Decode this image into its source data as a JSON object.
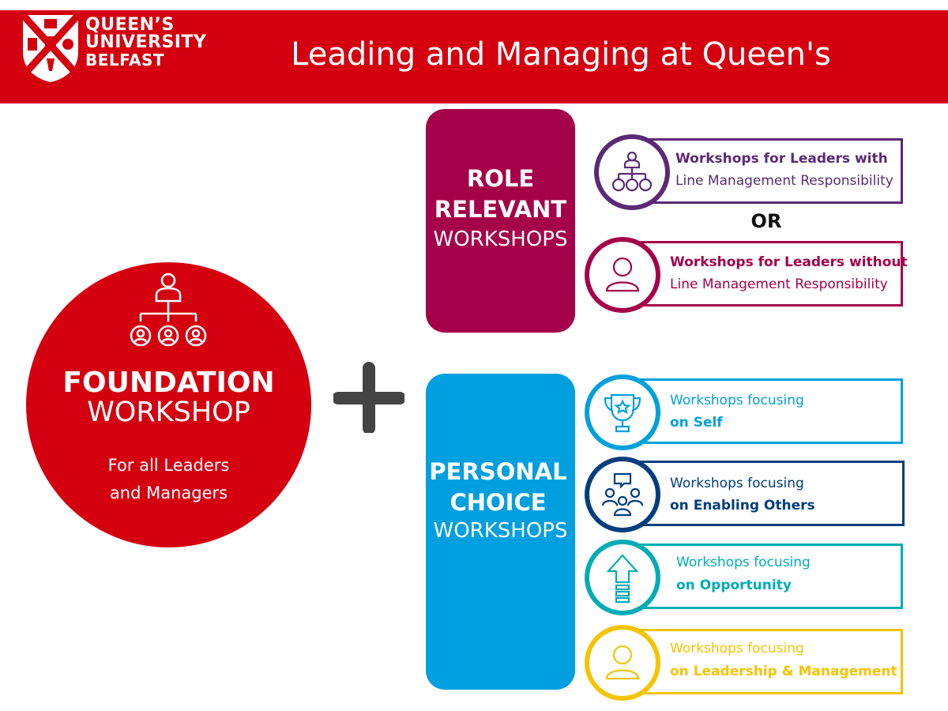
{
  "header": {
    "logo": {
      "line1": "QUEEN’S",
      "line2": "UNIVERSITY",
      "line3": "BELFAST"
    },
    "title": "Leading and Managing at Queen's"
  },
  "foundation": {
    "title_bold": "FOUNDATION",
    "title_regular": "WORKSHOP",
    "subtitle_line1": "For all Leaders",
    "subtitle_line2": "and Managers"
  },
  "role_relevant": {
    "line1": "ROLE",
    "line2": "RELEVANT",
    "line3": "WORKSHOPS",
    "cards": [
      {
        "line1": "Workshops for Leaders with",
        "line2": "Line Management Responsibility",
        "color": "#5b2a75",
        "icon": "team-hierarchy-icon"
      },
      {
        "line1": "Workshops for Leaders without",
        "line2": "Line Management Responsibility",
        "color": "#a5004a",
        "icon": "person-icon"
      }
    ],
    "separator": "OR"
  },
  "personal_choice": {
    "line1": "PERSONAL",
    "line2": "CHOICE",
    "line3": "WORKSHOPS",
    "cards": [
      {
        "line1": "Workshops focusing",
        "line2": "on Self",
        "color": "#00a0de",
        "icon": "trophy-icon"
      },
      {
        "line1": "Workshops focusing",
        "line2": "on Enabling Others",
        "color": "#003e7e",
        "icon": "group-discussion-icon"
      },
      {
        "line1": "Workshops focusing",
        "line2": "on Opportunity",
        "color": "#00adb5",
        "icon": "up-arrow-icon"
      },
      {
        "line1": "Workshops focusing",
        "line2": "on Leadership & Management",
        "color": "#f5c400",
        "icon": "person-icon"
      }
    ]
  },
  "colors": {
    "brand_red": "#d4000f",
    "role_box": "#a5004a",
    "personal_box": "#009fe0",
    "plus": "#444444"
  }
}
